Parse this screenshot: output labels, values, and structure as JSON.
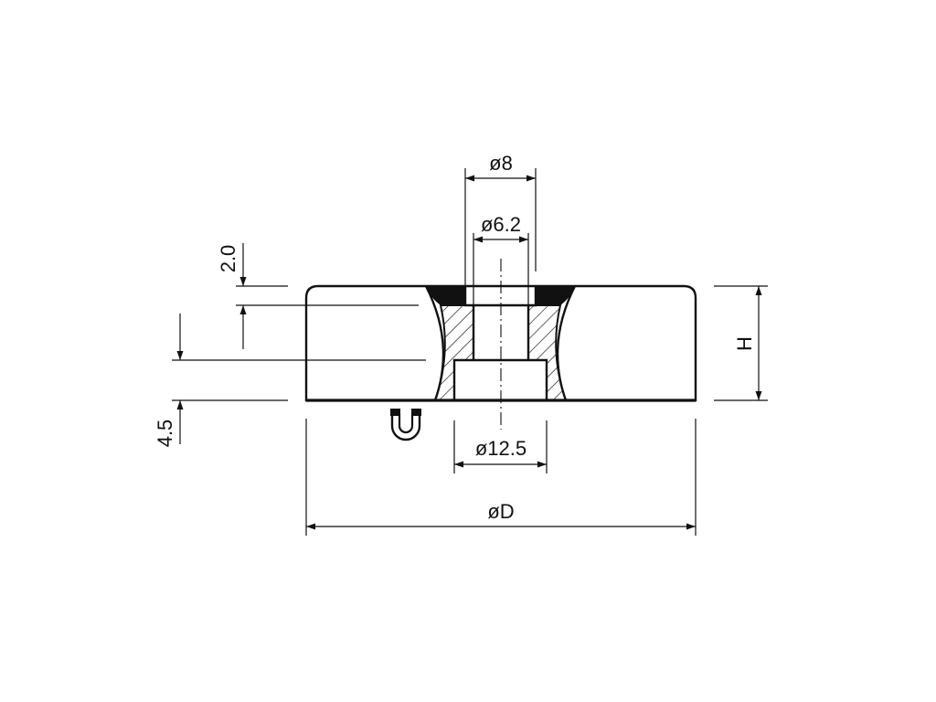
{
  "dimensions": {
    "top_bore": "ø8",
    "through_hole": "ø6.2",
    "counterbore": "ø12.5",
    "outer_diameter": "øD",
    "height": "H",
    "top_depth": "2.0",
    "bottom_depth": "4.5"
  },
  "icons": {
    "magnet": "magnet-icon"
  },
  "colors": {
    "line": "#111111",
    "background": "#ffffff"
  }
}
